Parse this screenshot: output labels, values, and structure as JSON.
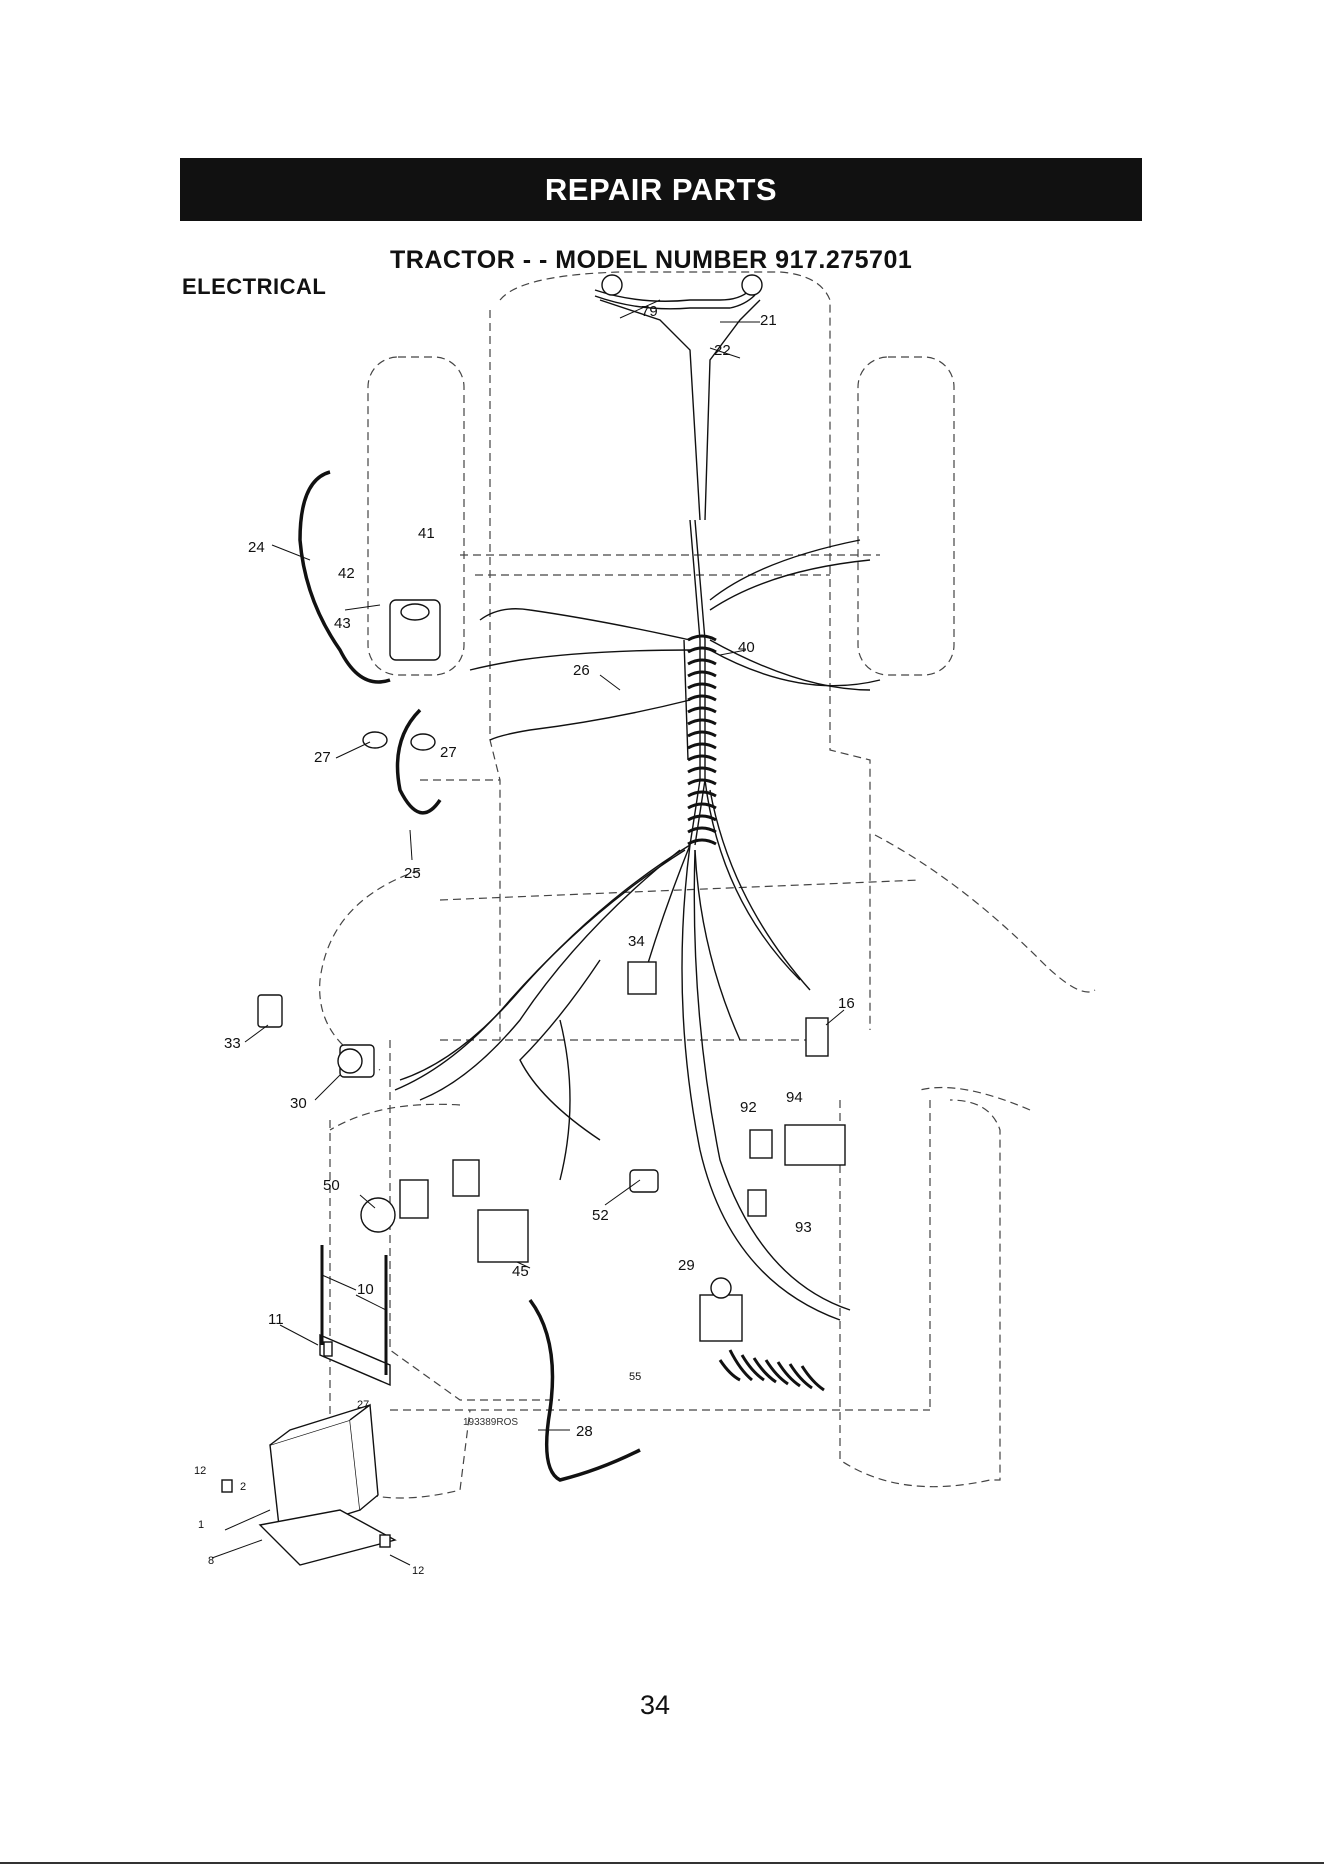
{
  "header": {
    "title": "REPAIR PARTS"
  },
  "subtitle": "TRACTOR - - MODEL NUMBER 917.275701",
  "section": "ELECTRICAL",
  "page_number": "34",
  "diagram": {
    "drawing_code": "193389ROS",
    "callouts": [
      "22",
      "79",
      "21",
      "41",
      "24",
      "42",
      "43",
      "40",
      "26",
      "27",
      "27",
      "25",
      "34",
      "16",
      "33",
      "30",
      "94",
      "92",
      "50",
      "52",
      "93",
      "10",
      "45",
      "11",
      "29",
      "55",
      "27",
      "28",
      "12",
      "2",
      "1",
      "8",
      "12"
    ]
  }
}
